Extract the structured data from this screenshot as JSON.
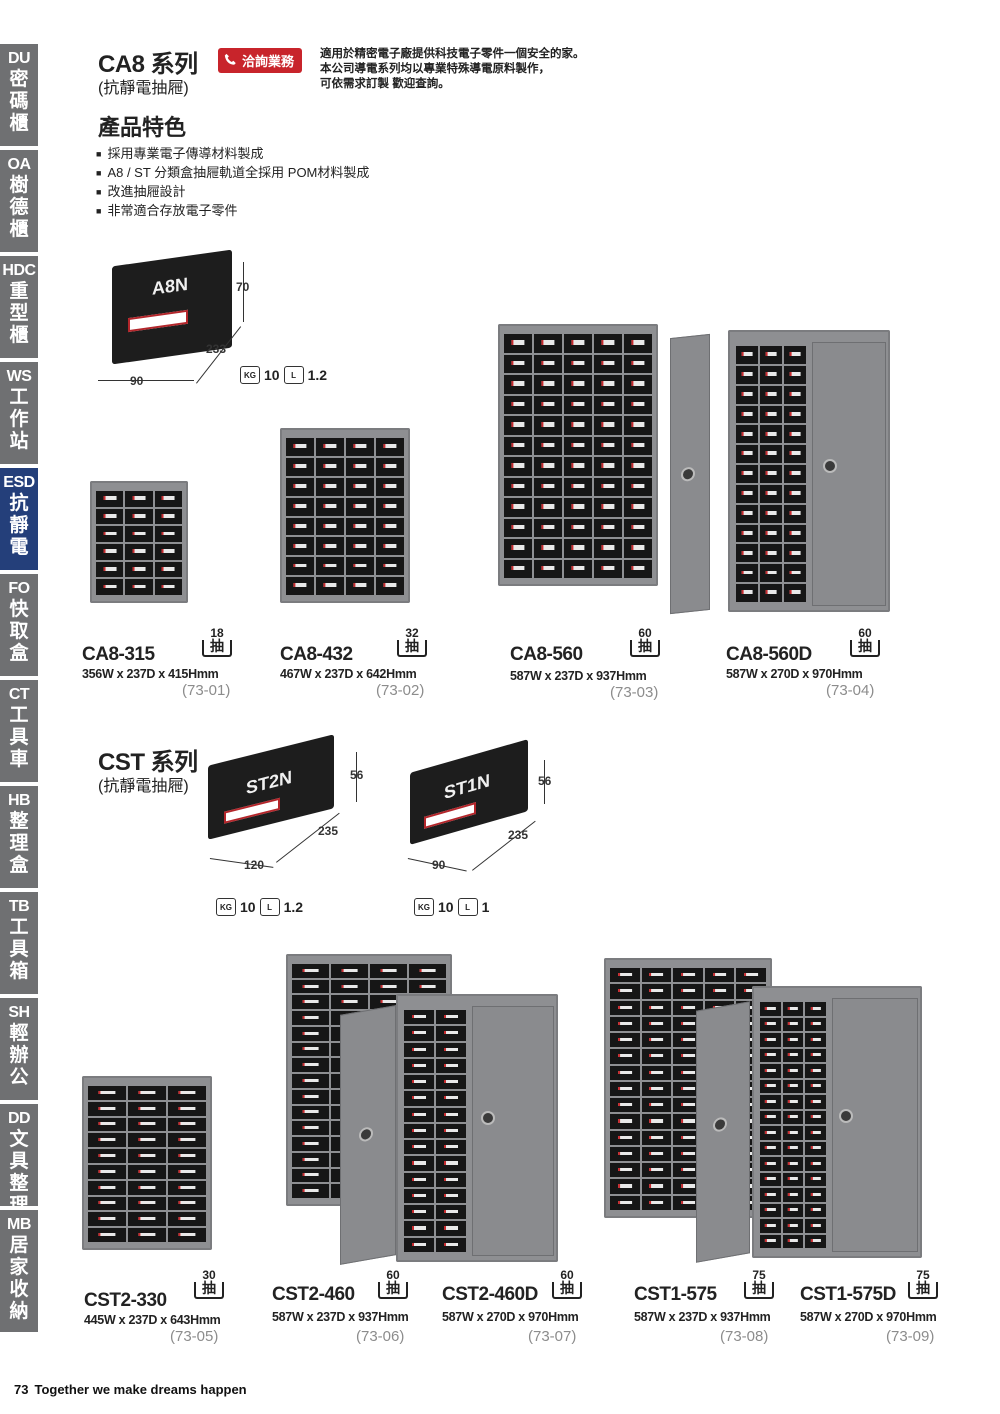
{
  "sidebar": [
    {
      "code": "DU",
      "chars": [
        "密",
        "碼",
        "櫃"
      ]
    },
    {
      "code": "OA",
      "chars": [
        "樹",
        "德",
        "櫃"
      ]
    },
    {
      "code": "HDC",
      "chars": [
        "重",
        "型",
        "櫃"
      ]
    },
    {
      "code": "WS",
      "chars": [
        "工",
        "作",
        "站"
      ]
    },
    {
      "code": "ESD",
      "chars": [
        "抗",
        "靜",
        "電"
      ]
    },
    {
      "code": "FO",
      "chars": [
        "快",
        "取",
        "盒"
      ]
    },
    {
      "code": "CT",
      "chars": [
        "工",
        "具",
        "車"
      ]
    },
    {
      "code": "HB",
      "chars": [
        "整",
        "理",
        "盒"
      ]
    },
    {
      "code": "TB",
      "chars": [
        "工",
        "具",
        "箱"
      ]
    },
    {
      "code": "SH",
      "chars": [
        "輕",
        "辦",
        "公"
      ]
    },
    {
      "code": "DD",
      "chars": [
        "文",
        "具",
        "整",
        "理"
      ]
    },
    {
      "code": "MB",
      "chars": [
        "居",
        "家",
        "收",
        "納"
      ]
    }
  ],
  "ca8": {
    "title": "CA8 系列",
    "subtitle": "(抗靜電抽屜)",
    "consult_label": "洽詢業務",
    "intro": [
      "適用於精密電子廠提供科技電子零件一個安全的家。",
      "本公司導電系列均以專業特殊導電原料製作，",
      "可依需求訂製 歡迎查詢。"
    ],
    "features_title": "產品特色",
    "features": [
      "採用專業電子傳導材料製成",
      "A8 / ST 分類盒抽屜軌道全採用 POM材料製成",
      "改進抽屜設計",
      "非常適合存放電子零件"
    ],
    "box": {
      "label": "A8N",
      "height": "70",
      "depth": "233",
      "width": "90",
      "weight": "10",
      "volume": "1.2",
      "kg": "KG",
      "l": "L"
    }
  },
  "cst": {
    "title": "CST 系列",
    "subtitle": "(抗靜電抽屜)",
    "box2": {
      "label": "ST2N",
      "height": "56",
      "depth": "235",
      "width": "120",
      "weight": "10",
      "volume": "1.2",
      "kg": "KG",
      "l": "L"
    },
    "box1": {
      "label": "ST1N",
      "height": "56",
      "depth": "235",
      "width": "90",
      "weight": "10",
      "volume": "1",
      "kg": "KG",
      "l": "L"
    }
  },
  "products": [
    {
      "model": "CA8-315",
      "drawers": "18",
      "unit": "抽",
      "size": "356W x 237D x 415Hmm",
      "code": "(73-01)"
    },
    {
      "model": "CA8-432",
      "drawers": "32",
      "unit": "抽",
      "size": "467W x 237D x 642Hmm",
      "code": "(73-02)"
    },
    {
      "model": "CA8-560",
      "drawers": "60",
      "unit": "抽",
      "size": "587W x 237D x 937Hmm",
      "code": "(73-03)"
    },
    {
      "model": "CA8-560D",
      "drawers": "60",
      "unit": "抽",
      "size": "587W x 270D x 970Hmm",
      "code": "(73-04)"
    },
    {
      "model": "CST2-330",
      "drawers": "30",
      "unit": "抽",
      "size": "445W x 237D x 643Hmm",
      "code": "(73-05)"
    },
    {
      "model": "CST2-460",
      "drawers": "60",
      "unit": "抽",
      "size": "587W x 237D x 937Hmm",
      "code": "(73-06)"
    },
    {
      "model": "CST2-460D",
      "drawers": "60",
      "unit": "抽",
      "size": "587W x 270D x 970Hmm",
      "code": "(73-07)"
    },
    {
      "model": "CST1-575",
      "drawers": "75",
      "unit": "抽",
      "size": "587W x 237D x 937Hmm",
      "code": "(73-08)"
    },
    {
      "model": "CST1-575D",
      "drawers": "75",
      "unit": "抽",
      "size": "587W x 270D x 970Hmm",
      "code": "(73-09)"
    }
  ],
  "footer": {
    "page": "73",
    "slogan": "Together we make dreams happen"
  }
}
